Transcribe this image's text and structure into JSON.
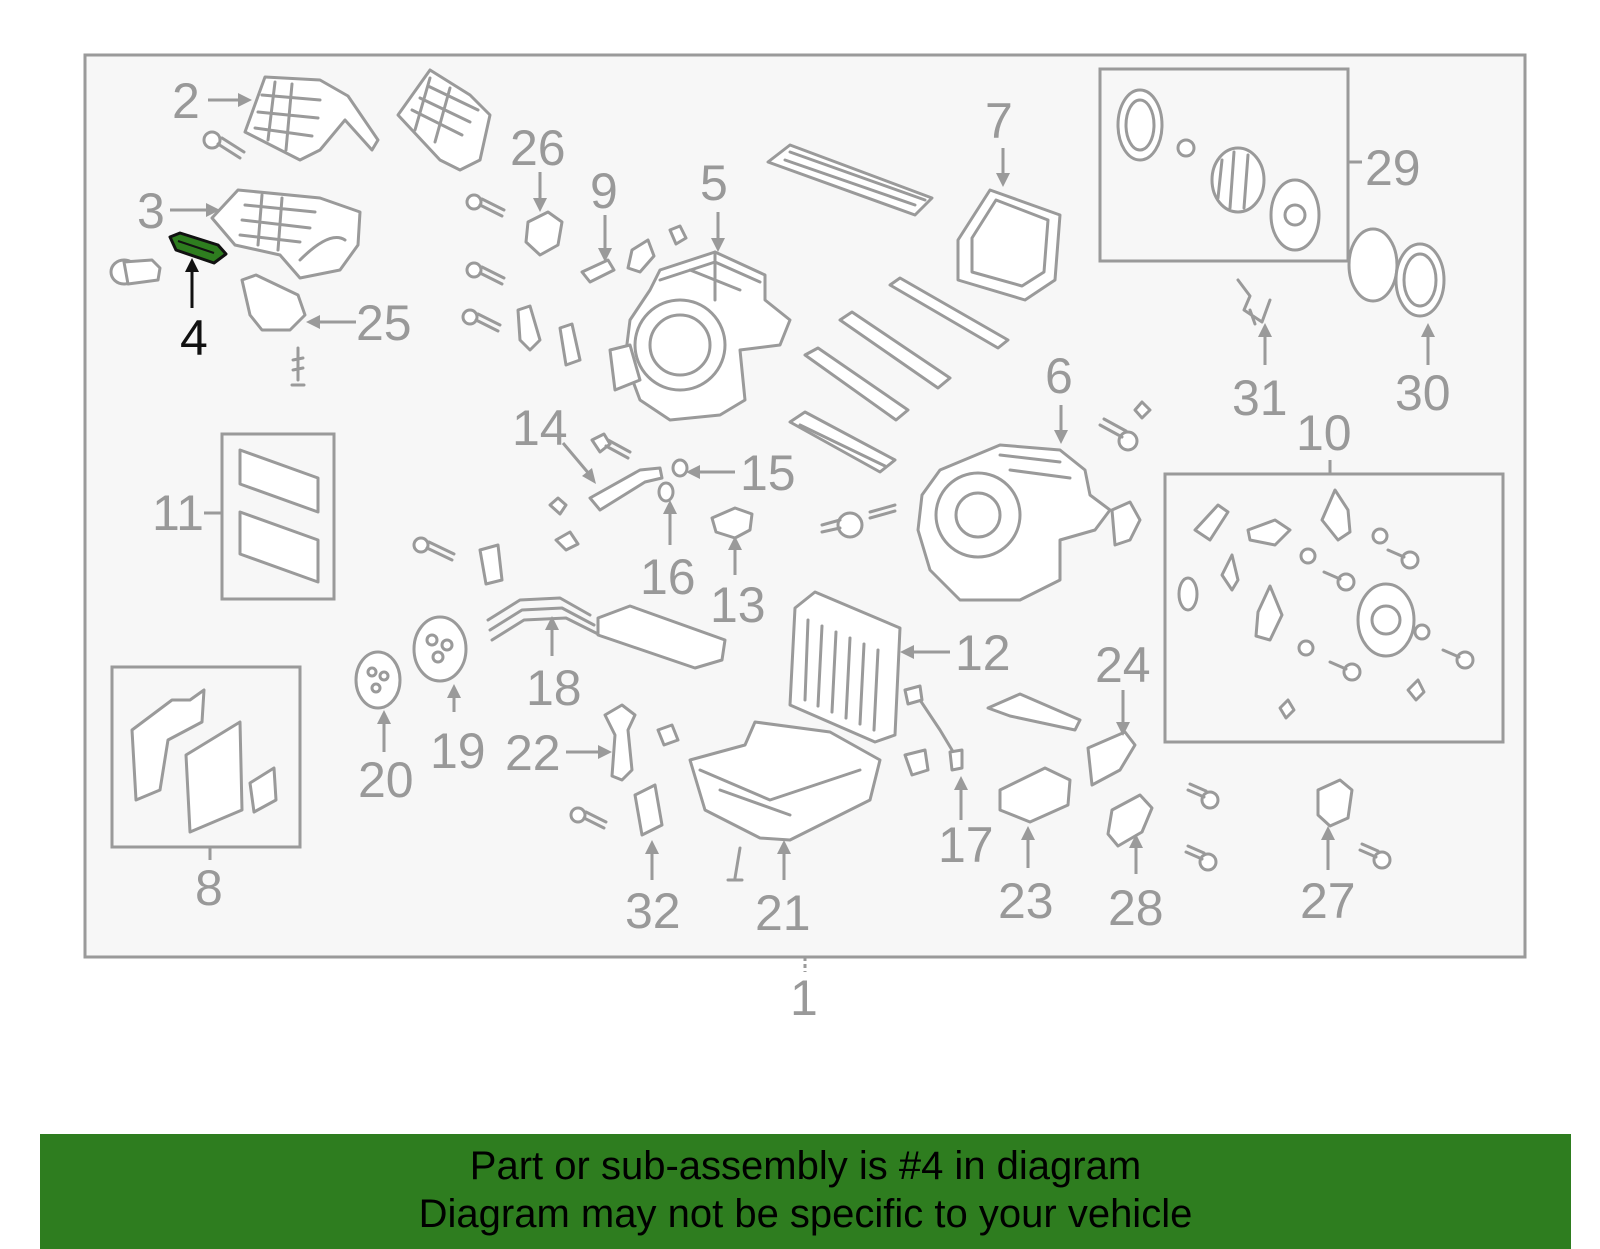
{
  "diagram": {
    "highlighted_part": "4",
    "highlight_color": "#2e7d1f",
    "line_color": "#9a9a9a",
    "background_color": "#f7f7f7",
    "callouts": {
      "c1": "1",
      "c2": "2",
      "c3": "3",
      "c4": "4",
      "c5": "5",
      "c6": "6",
      "c7": "7",
      "c8": "8",
      "c9": "9",
      "c10": "10",
      "c11": "11",
      "c12": "12",
      "c13": "13",
      "c14": "14",
      "c15": "15",
      "c16": "16",
      "c17": "17",
      "c18": "18",
      "c19": "19",
      "c20": "20",
      "c21": "21",
      "c22": "22",
      "c23": "23",
      "c24": "24",
      "c25": "25",
      "c26": "26",
      "c27": "27",
      "c28": "28",
      "c29": "29",
      "c30": "30",
      "c31": "31",
      "c32": "32"
    }
  },
  "banner": {
    "line1": "Part or sub-assembly is #4 in diagram",
    "line2": "Diagram may not be specific to your vehicle",
    "background": "#2e7d1f"
  }
}
